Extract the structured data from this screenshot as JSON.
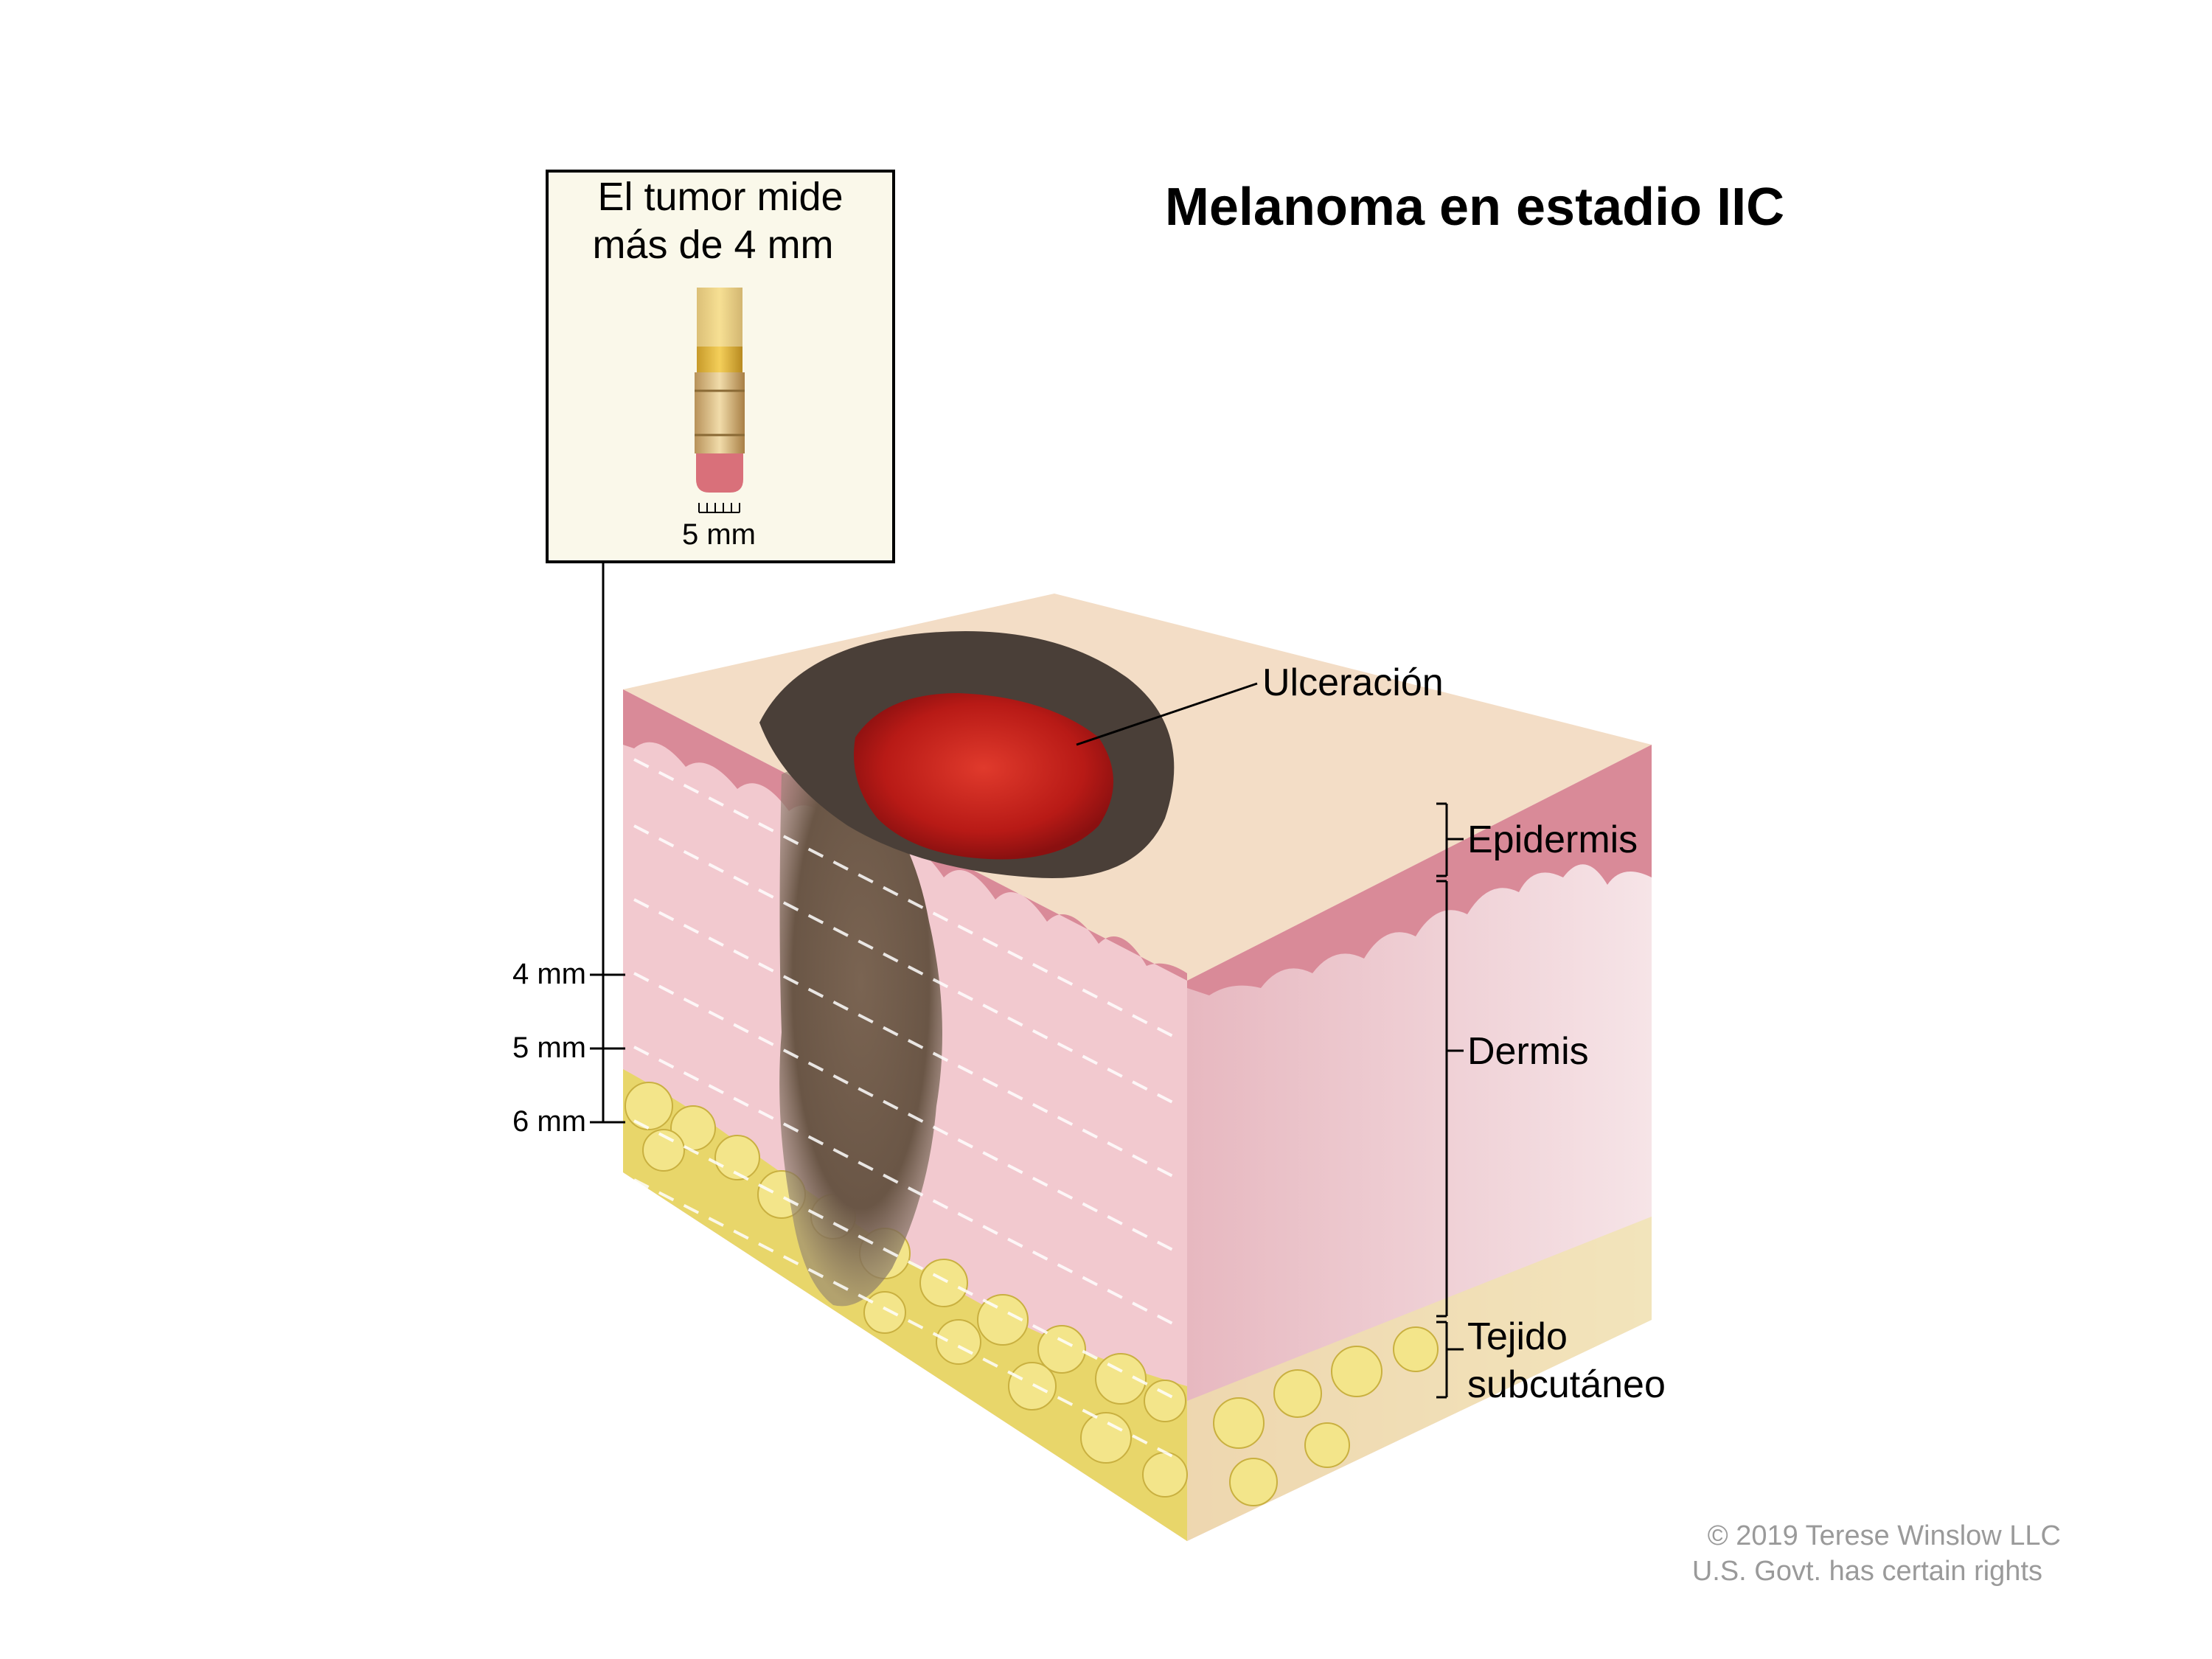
{
  "title": "Melanoma en estadio IIC",
  "inset": {
    "line1": "El tumor mide",
    "line2": "más de 4 mm",
    "scale_label": "5 mm"
  },
  "depth_marks": [
    "4 mm",
    "5 mm",
    "6 mm"
  ],
  "labels": {
    "ulceration": "Ulceración",
    "epidermis": "Epidermis",
    "dermis": "Dermis",
    "subcutaneous_line1": "Tejido",
    "subcutaneous_line2": "subcutáneo"
  },
  "copyright": {
    "line1": "© 2019 Terese Winslow LLC",
    "line2": "U.S. Govt. has certain rights"
  },
  "colors": {
    "dermis": "#f2c9cf",
    "epidermis": "#d98a98",
    "fat": "#e8d66a",
    "tumor": "#6e5a4a",
    "ulcer": "#c8221c",
    "inset_bg": "#faf8ea"
  }
}
